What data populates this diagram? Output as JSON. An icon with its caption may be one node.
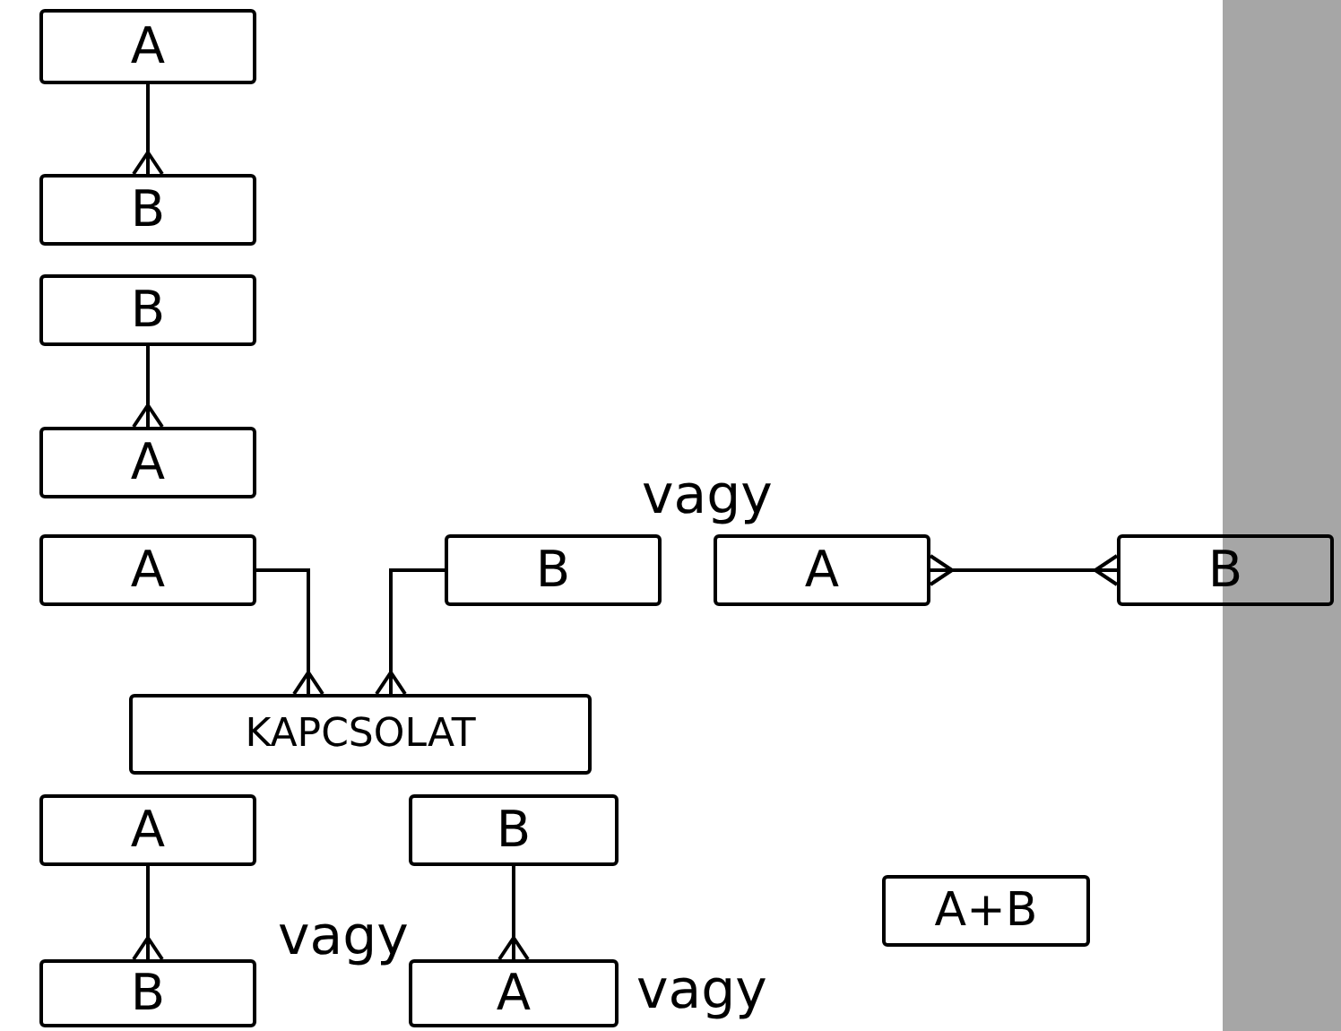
{
  "diagram": {
    "nodes": [
      {
        "text": [
          "A"
        ]
      },
      {
        "text": [
          "B"
        ]
      },
      {
        "text": [
          "B"
        ]
      },
      {
        "text": [
          "A"
        ]
      },
      {
        "text": [
          "A"
        ]
      },
      {
        "text": [
          "B"
        ]
      },
      {
        "text": [
          "A"
        ]
      },
      {
        "text": [
          "B"
        ]
      },
      {
        "text": [
          "KAPCSOLAT"
        ]
      },
      {
        "text": [
          "A"
        ]
      },
      {
        "text": [
          "B"
        ]
      },
      {
        "text": [
          "B"
        ]
      },
      {
        "text": [
          "A"
        ]
      },
      {
        "text": [
          "A+B"
        ]
      }
    ],
    "edges": [
      {
        "from": 0,
        "to": 1,
        "arrow": "other"
      },
      {
        "from": 2,
        "to": 3,
        "arrow": "other"
      },
      {
        "from": 4,
        "to": 8,
        "arrow": "other"
      },
      {
        "from": 5,
        "to": 8,
        "arrow": "other"
      },
      {
        "from": 6,
        "to": 7,
        "arrow": "other"
      },
      {
        "from": 9,
        "to": 11,
        "arrow": "other"
      },
      {
        "from": 10,
        "to": 12,
        "arrow": "other"
      }
    ],
    "labels": [
      "vagy",
      "vagy",
      "vagy"
    ]
  }
}
